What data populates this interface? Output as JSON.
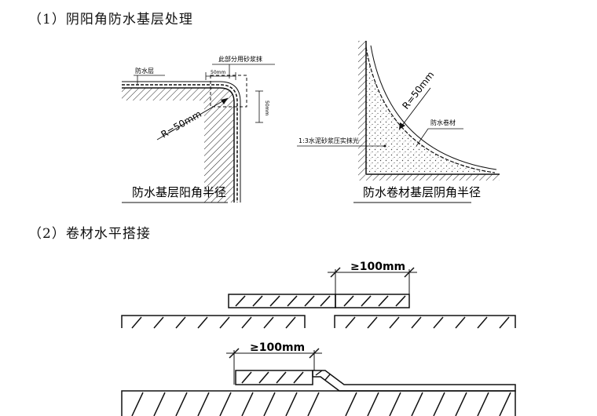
{
  "section1": {
    "heading": "（1）阴阳角防水基层处理"
  },
  "fig_left": {
    "label_layer": "防水层",
    "label_mortar": "此部分用砂浆抹",
    "dim_h": "50mm",
    "dim_v": "50mm",
    "radius": "R=50mm",
    "caption": "防水基层阳角半径"
  },
  "fig_right": {
    "radius": "R=50mm",
    "label_membrane": "防水卷材",
    "label_mortar": "1:3水泥砂浆压实抹光",
    "caption": "防水卷材基层阴角半径"
  },
  "section2": {
    "heading": "（2）卷材水平搭接"
  },
  "lap_top": {
    "dim": "≥100mm"
  },
  "lap_bottom": {
    "dim": "≥100mm"
  }
}
